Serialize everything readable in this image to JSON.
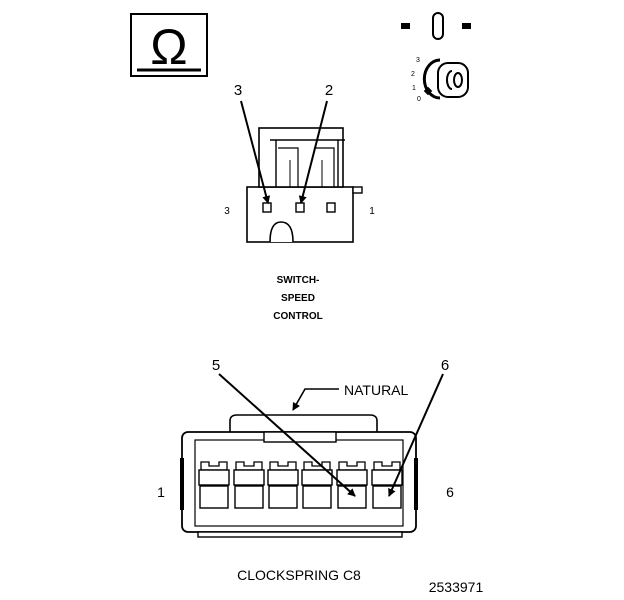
{
  "ohm_symbol": "Ω",
  "key_positions": [
    "3",
    "2",
    "1",
    "0"
  ],
  "switch_speed_control": {
    "callout_left": "3",
    "callout_right": "2",
    "pin_label_left": "3",
    "pin_label_right": "1",
    "title_line1": "SWITCH-",
    "title_line2": "SPEED",
    "title_line3": "CONTROL"
  },
  "clockspring": {
    "callout_5": "5",
    "callout_6": "6",
    "color_label": "NATURAL",
    "pin_label_left": "1",
    "pin_label_right": "6",
    "title": "CLOCKSPRING C8"
  },
  "figure_number": "2533971"
}
